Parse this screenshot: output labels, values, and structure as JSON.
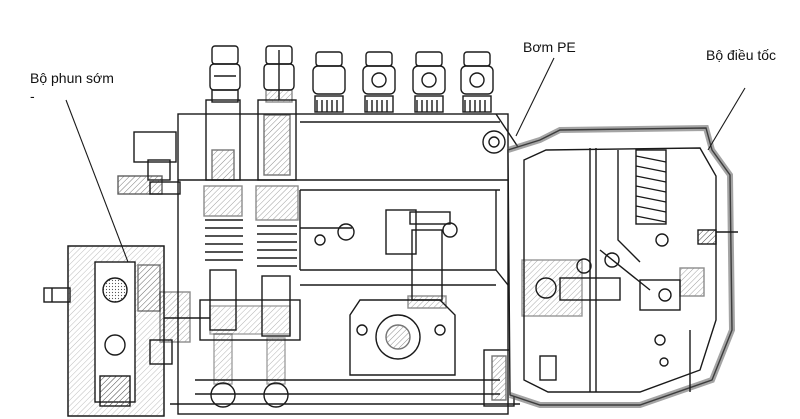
{
  "labels": {
    "advance": "Bộ phun sớm",
    "advance_dash": "-",
    "pump": "Bơm PE",
    "governor": "Bộ điều tốc"
  },
  "colors": {
    "ink": "#1a1a1a",
    "paper": "#ffffff",
    "hatch": "#6b6b6b"
  }
}
